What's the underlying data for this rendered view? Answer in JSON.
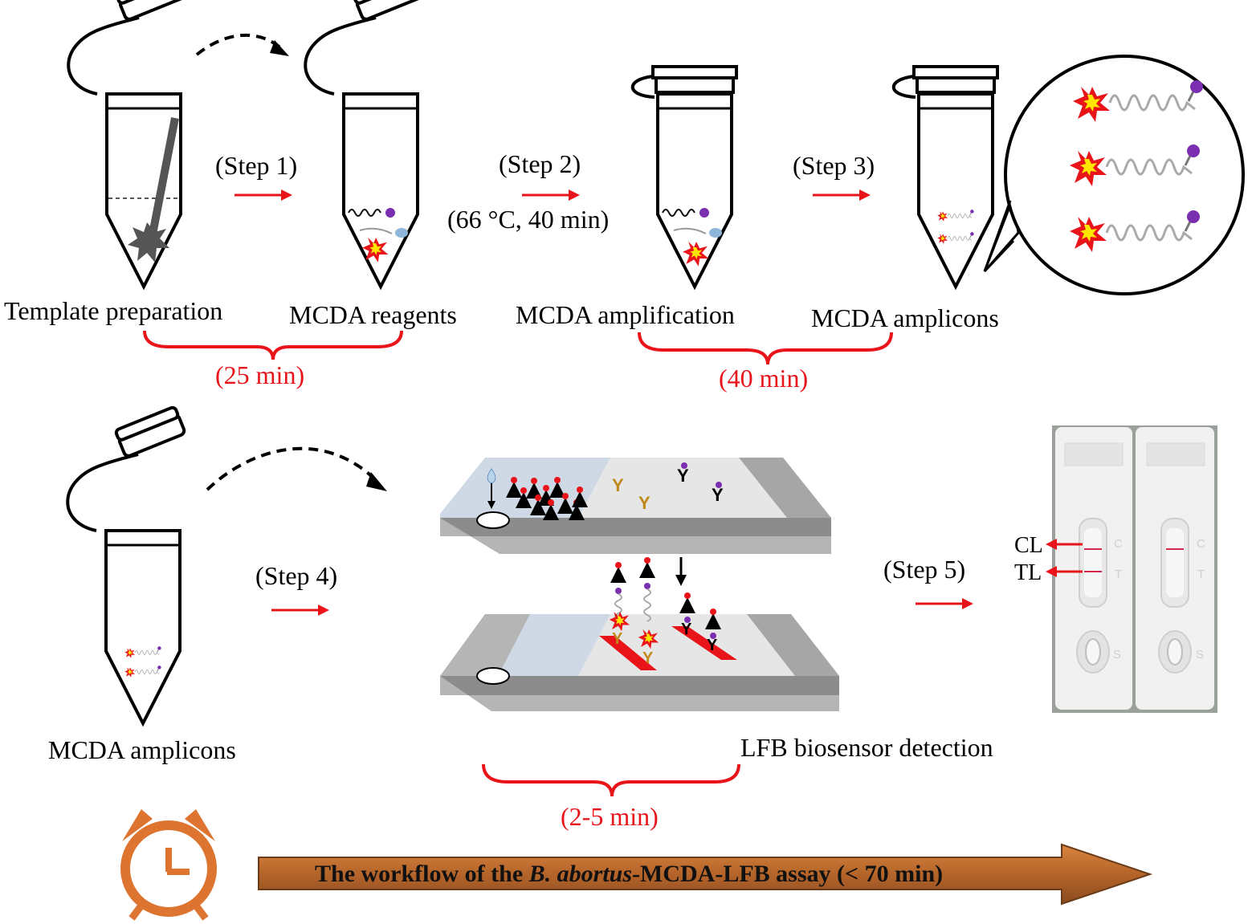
{
  "steps": {
    "step1": "(Step 1)",
    "step2": "(Step 2)",
    "step2_condition": "(66 °C, 40 min)",
    "step3": "(Step 3)",
    "step4": "(Step 4)",
    "step5": "(Step 5)"
  },
  "labels": {
    "template_preparation": "Template preparation",
    "mcda_reagents": "MCDA reagents",
    "mcda_amplification": "MCDA amplification",
    "mcda_amplicons_top": "MCDA amplicons",
    "mcda_amplicons_bottom": "MCDA amplicons",
    "lfb_detection": "LFB biosensor detection"
  },
  "durations": {
    "first": "(25 min)",
    "second": "(40 min)",
    "third": "(2-5 min)"
  },
  "strip_lines": {
    "control": "CL",
    "test": "TL"
  },
  "device_marks": {
    "c": "C",
    "t": "T",
    "s": "S"
  },
  "workflow": {
    "prefix": "The workflow of the ",
    "species": "B. abortus",
    "suffix": "-MCDA-LFB assay (< 70 min)"
  },
  "colors": {
    "accent_red": "#e8141a",
    "liquid_blue": "#2f6db0",
    "clock_orange": "#dd7430",
    "arrow_brown": "#b5642a"
  },
  "icons": [
    "alarm-clock-icon",
    "tube-icon",
    "lateral-flow-strip-icon",
    "test-cassette-icon"
  ]
}
